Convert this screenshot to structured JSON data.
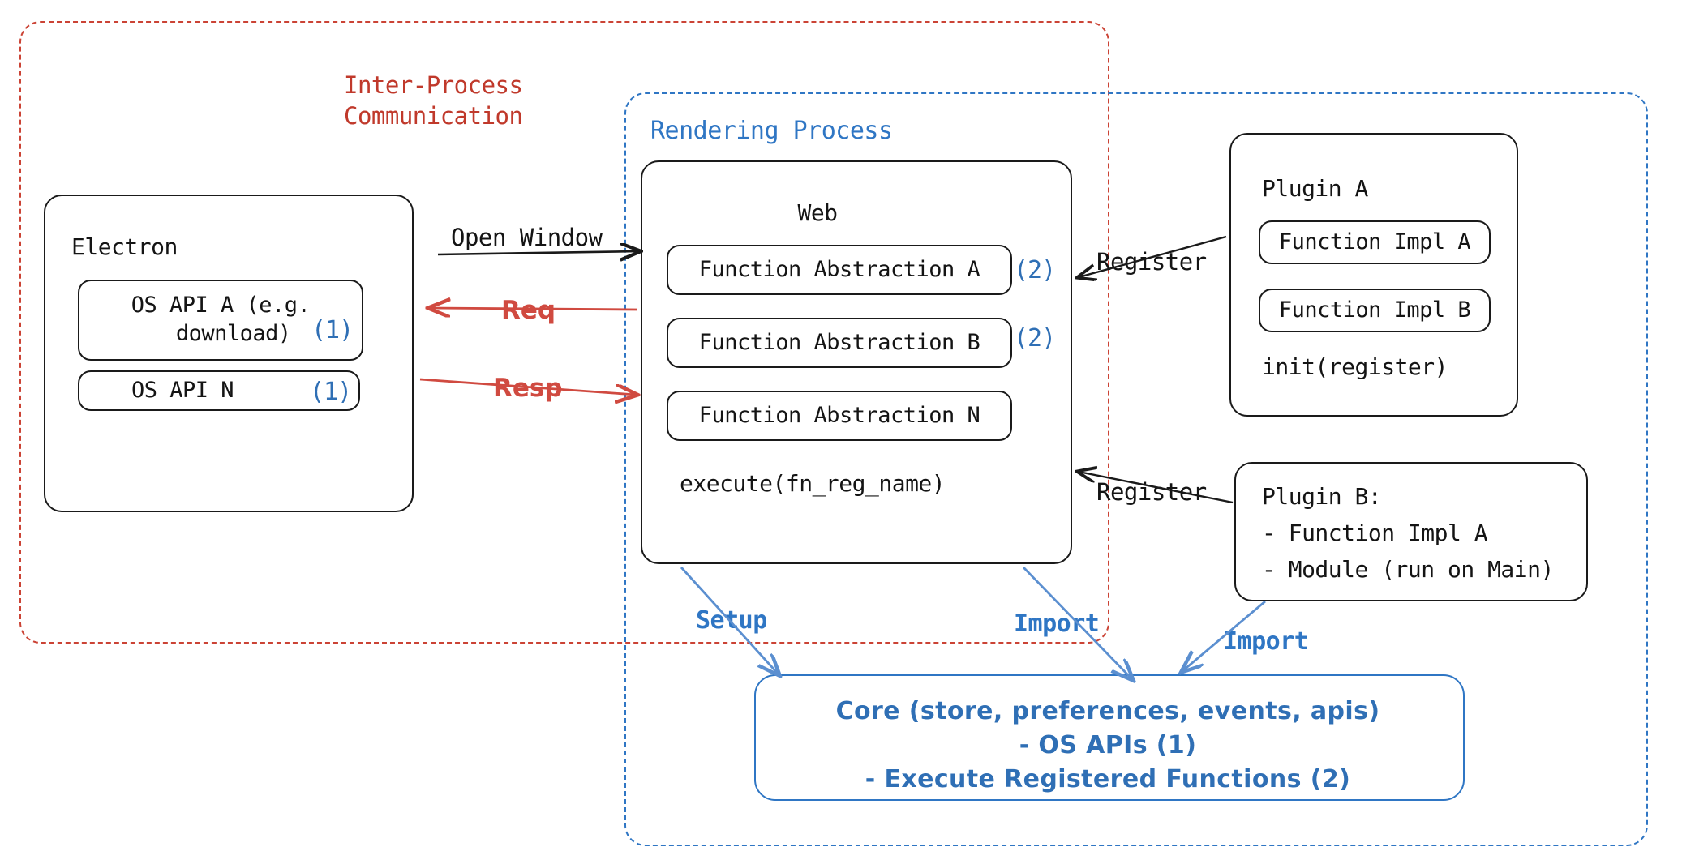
{
  "colors": {
    "red": "#c0392b",
    "blue": "#2f76c4",
    "black": "#141414",
    "note_blue": "#2f6fb5"
  },
  "regions": {
    "ipc": {
      "title": "Inter-Process\nCommunication"
    },
    "rendering_process": {
      "title": "Rendering Process"
    }
  },
  "electron": {
    "title": "Electron",
    "apis": [
      {
        "label": "OS API A (e.g.\n  download)",
        "marker": "(1)"
      },
      {
        "label": "OS API N",
        "marker": "(1)"
      }
    ]
  },
  "web": {
    "title": "Web",
    "functions": [
      {
        "label": "Function Abstraction A",
        "marker": "(2)"
      },
      {
        "label": "Function Abstraction B",
        "marker": "(2)"
      },
      {
        "label": "Function Abstraction N",
        "marker": ""
      }
    ],
    "footer": "execute(fn_reg_name)"
  },
  "plugin_a": {
    "title": "Plugin A",
    "items": [
      "Function Impl A",
      "Function Impl B"
    ],
    "footer": "init(register)"
  },
  "plugin_b": {
    "lines": [
      "Plugin B:",
      "- Function Impl A",
      "- Module (run on Main)"
    ]
  },
  "core": {
    "lines": [
      "Core (store, preferences, events, apis)",
      "- OS APIs (1)",
      "- Execute Registered Functions (2)"
    ]
  },
  "arrows": {
    "open_window": "Open Window",
    "req": "Req",
    "resp": "Resp",
    "register_top": "Register",
    "register_bottom": "Register",
    "setup": "Setup",
    "import_left": "Import",
    "import_right": "Import"
  }
}
